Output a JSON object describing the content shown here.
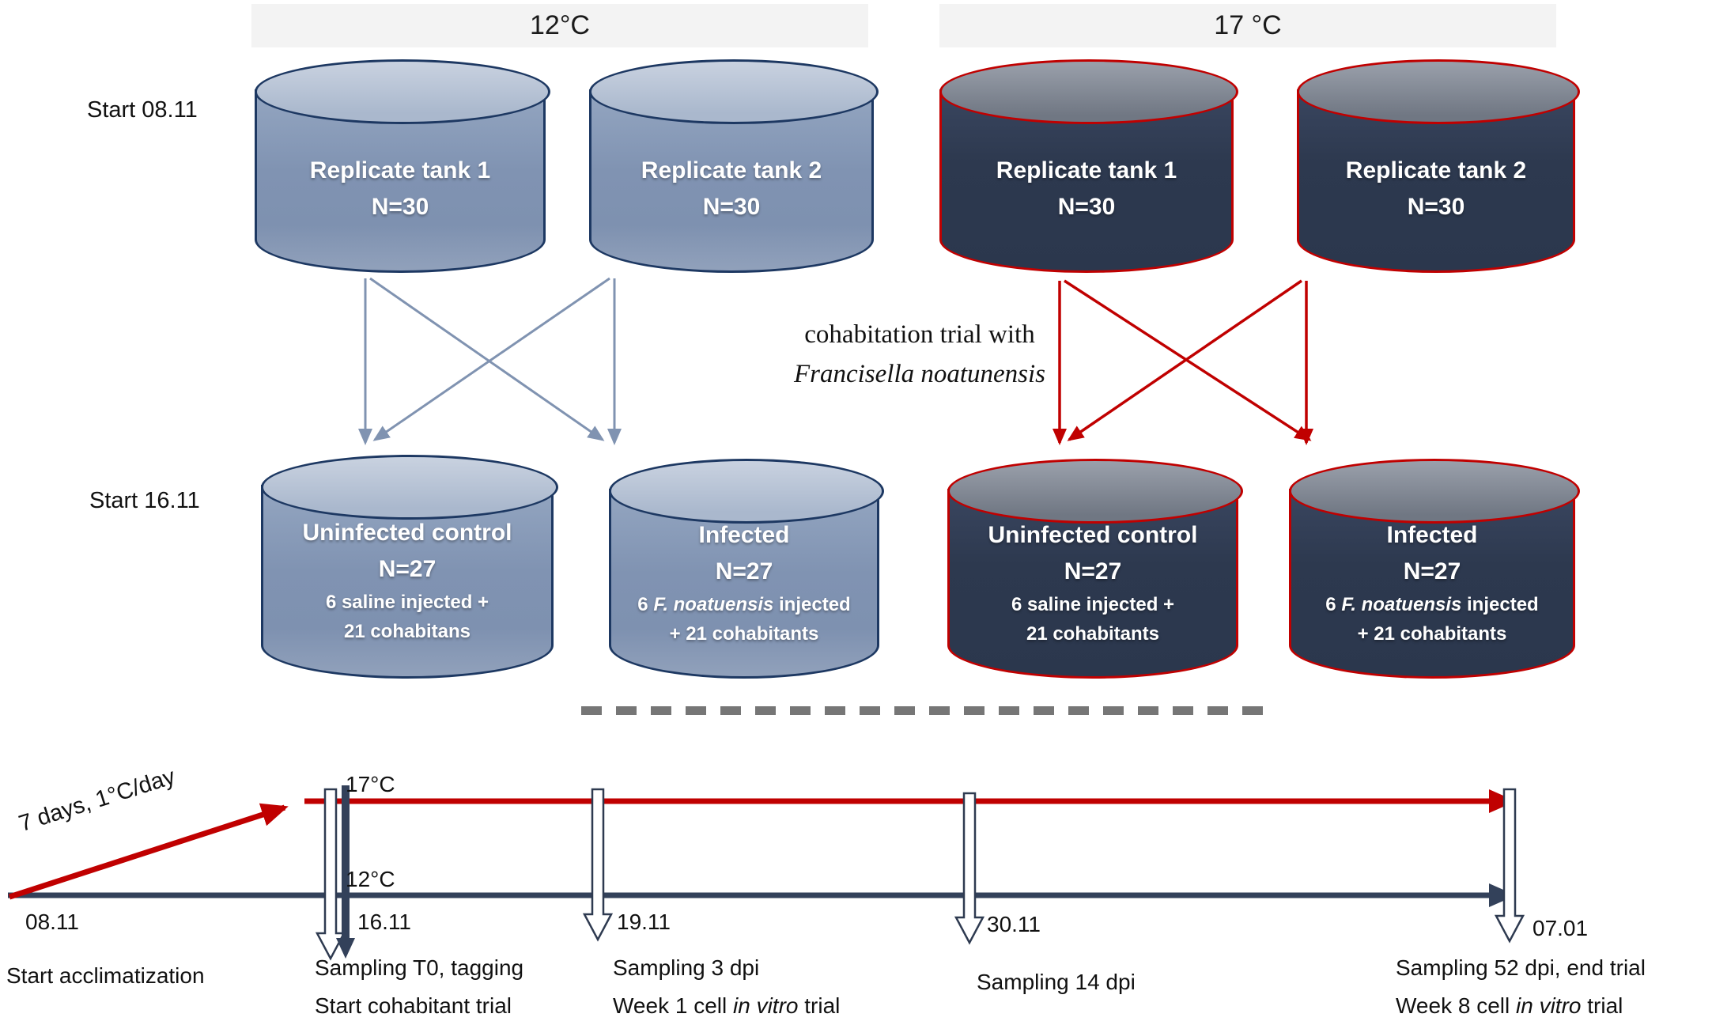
{
  "colors": {
    "header_bg": "#f3f3f3",
    "light_tank_body": "#8093b2",
    "light_tank_lid": "#b7c3d6",
    "light_tank_border": "#1d3862",
    "dark_tank_body": "#2d394f",
    "dark_tank_lid": "#858b96",
    "dark_tank_border": "#c00000",
    "arrow_blue": "#8093b1",
    "arrow_red": "#c00000",
    "timeline_navy": "#33415a",
    "dash_gray": "#767676"
  },
  "headers": [
    {
      "label": "12°C"
    },
    {
      "label": "17 °C"
    }
  ],
  "labels": {
    "start_top": "Start 08.11",
    "start_bottom": "Start 16.11"
  },
  "center_note": {
    "line1": "cohabitation trial with",
    "line2": "Francisella noatunensis"
  },
  "tanks_top": [
    {
      "title": "Replicate tank 1",
      "n": "N=30"
    },
    {
      "title": "Replicate tank 2",
      "n": "N=30"
    },
    {
      "title": "Replicate tank 1",
      "n": "N=30"
    },
    {
      "title": "Replicate tank 2",
      "n": "N=30"
    }
  ],
  "tanks_bottom": [
    {
      "title": "Uninfected control",
      "n": "N=27",
      "d1_pre": "6 saline injected +",
      "d1_italic": "",
      "d1_post": "",
      "d2": "21 cohabitans"
    },
    {
      "title": "Infected",
      "n": "N=27",
      "d1_pre": "6 ",
      "d1_italic": "F. noatuensis",
      "d1_post": " injected",
      "d2": "+ 21 cohabitants"
    },
    {
      "title": "Uninfected control",
      "n": "N=27",
      "d1_pre": "6 saline injected +",
      "d1_italic": "",
      "d1_post": "",
      "d2": "21 cohabitants"
    },
    {
      "title": "Infected",
      "n": "N=27",
      "d1_pre": "6 ",
      "d1_italic": "F. noatuensis",
      "d1_post": " injected",
      "d2": "+ 21 cohabitants"
    }
  ],
  "timeline": {
    "ramp_label": "7 days, 1°C/day",
    "warm_label": "17°C",
    "cold_label": "12°C",
    "events": [
      {
        "date": "08.11",
        "line1": "Start acclimatization",
        "line2_pre": "",
        "line2_italic": "",
        "line2_post": ""
      },
      {
        "date": "16.11",
        "line1": "Sampling T0, tagging",
        "line2_pre": "Start cohabitant trial",
        "line2_italic": "",
        "line2_post": ""
      },
      {
        "date": "19.11",
        "line1": "Sampling 3 dpi",
        "line2_pre": "Week 1 cell ",
        "line2_italic": "in vitro",
        "line2_post": " trial"
      },
      {
        "date": "30.11",
        "line1": "Sampling 14 dpi",
        "line2_pre": "",
        "line2_italic": "",
        "line2_post": ""
      },
      {
        "date": "07.01",
        "line1": "Sampling 52 dpi, end trial",
        "line2_pre": "Week 8 cell ",
        "line2_italic": "in vitro",
        "line2_post": " trial"
      }
    ]
  }
}
